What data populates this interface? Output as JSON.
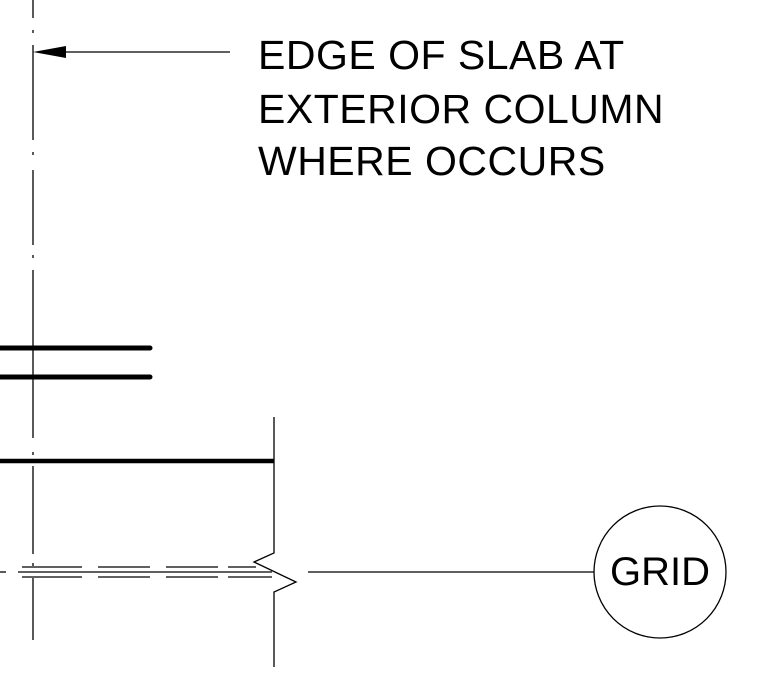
{
  "note": {
    "lines": [
      "EDGE OF SLAB AT",
      "EXTERIOR COLUMN",
      "WHERE OCCURS"
    ]
  },
  "grid_bubble": {
    "label": "GRID"
  },
  "colors": {
    "line": "#000000",
    "background": "#ffffff"
  }
}
